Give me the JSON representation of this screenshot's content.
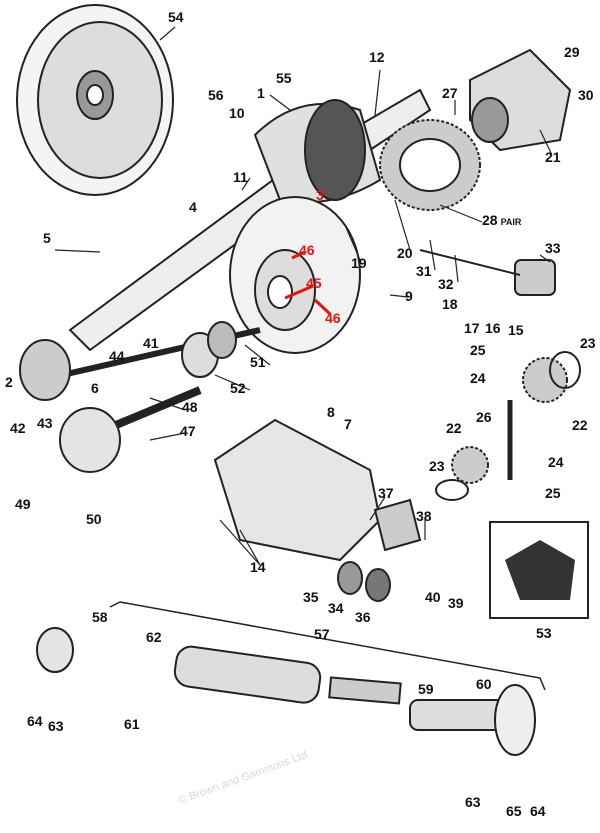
{
  "watermark": "© Brown and Gammons Ltd",
  "pair_label": "PAIR",
  "colors": {
    "label": "#111111",
    "highlight": "#e8130f",
    "line": "#222222"
  },
  "callouts": [
    {
      "num": "54",
      "highlight": false
    },
    {
      "num": "55",
      "highlight": false
    },
    {
      "num": "56",
      "highlight": false
    },
    {
      "num": "1",
      "highlight": false
    },
    {
      "num": "12",
      "highlight": false
    },
    {
      "num": "10",
      "highlight": false
    },
    {
      "num": "11",
      "highlight": false
    },
    {
      "num": "4",
      "highlight": false
    },
    {
      "num": "5",
      "highlight": false
    },
    {
      "num": "3",
      "highlight": true
    },
    {
      "num": "46",
      "highlight": true
    },
    {
      "num": "45",
      "highlight": true
    },
    {
      "num": "46",
      "highlight": true
    },
    {
      "num": "19",
      "highlight": false
    },
    {
      "num": "20",
      "highlight": false
    },
    {
      "num": "31",
      "highlight": false
    },
    {
      "num": "32",
      "highlight": false
    },
    {
      "num": "28",
      "highlight": false,
      "suffix": "PAIR"
    },
    {
      "num": "33",
      "highlight": false
    },
    {
      "num": "29",
      "highlight": false
    },
    {
      "num": "30",
      "highlight": false
    },
    {
      "num": "27",
      "highlight": false
    },
    {
      "num": "21",
      "highlight": false
    },
    {
      "num": "9",
      "highlight": false
    },
    {
      "num": "18",
      "highlight": false
    },
    {
      "num": "17",
      "highlight": false
    },
    {
      "num": "16",
      "highlight": false
    },
    {
      "num": "15",
      "highlight": false
    },
    {
      "num": "41",
      "highlight": false
    },
    {
      "num": "44",
      "highlight": false
    },
    {
      "num": "51",
      "highlight": false
    },
    {
      "num": "2",
      "highlight": false
    },
    {
      "num": "6",
      "highlight": false
    },
    {
      "num": "52",
      "highlight": false
    },
    {
      "num": "25",
      "highlight": false
    },
    {
      "num": "23",
      "highlight": false
    },
    {
      "num": "24",
      "highlight": false
    },
    {
      "num": "22",
      "highlight": false
    },
    {
      "num": "26",
      "highlight": false
    },
    {
      "num": "22",
      "highlight": false
    },
    {
      "num": "24",
      "highlight": false
    },
    {
      "num": "23",
      "highlight": false
    },
    {
      "num": "25",
      "highlight": false
    },
    {
      "num": "42",
      "highlight": false
    },
    {
      "num": "43",
      "highlight": false
    },
    {
      "num": "48",
      "highlight": false
    },
    {
      "num": "47",
      "highlight": false
    },
    {
      "num": "8",
      "highlight": false
    },
    {
      "num": "7",
      "highlight": false
    },
    {
      "num": "37",
      "highlight": false
    },
    {
      "num": "38",
      "highlight": false
    },
    {
      "num": "14",
      "highlight": false
    },
    {
      "num": "49",
      "highlight": false
    },
    {
      "num": "50",
      "highlight": false
    },
    {
      "num": "35",
      "highlight": false
    },
    {
      "num": "34",
      "highlight": false
    },
    {
      "num": "36",
      "highlight": false
    },
    {
      "num": "40",
      "highlight": false
    },
    {
      "num": "39",
      "highlight": false
    },
    {
      "num": "53",
      "highlight": false
    },
    {
      "num": "57",
      "highlight": false
    },
    {
      "num": "58",
      "highlight": false
    },
    {
      "num": "62",
      "highlight": false
    },
    {
      "num": "60",
      "highlight": false
    },
    {
      "num": "59",
      "highlight": false
    },
    {
      "num": "64",
      "highlight": false
    },
    {
      "num": "63",
      "highlight": false
    },
    {
      "num": "61",
      "highlight": false
    },
    {
      "num": "63",
      "highlight": false
    },
    {
      "num": "65",
      "highlight": false
    },
    {
      "num": "64",
      "highlight": false
    }
  ]
}
